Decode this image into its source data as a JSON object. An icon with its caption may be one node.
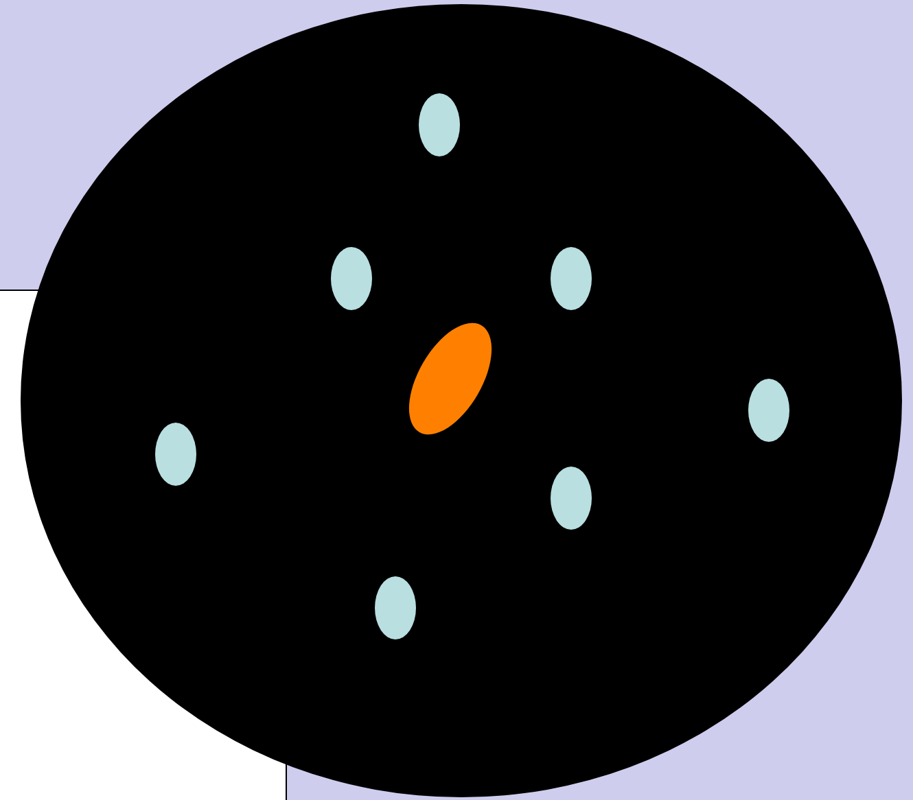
{
  "diagram": {
    "nodes": [
      {
        "text": [],
        "shape": "circle"
      },
      {
        "text": [],
        "shape": "circle",
        "in": 0
      },
      {
        "text": [],
        "shape": "circle",
        "in": 0
      },
      {
        "text": [],
        "shape": "circle",
        "in": 0
      },
      {
        "text": [],
        "shape": "circle",
        "in": 0
      },
      {
        "text": [],
        "shape": "circle",
        "in": 0
      },
      {
        "text": [],
        "shape": "circle",
        "in": 0
      },
      {
        "text": [],
        "shape": "circle",
        "in": 0
      },
      {
        "text": [],
        "shape": "circle",
        "in": 0
      }
    ]
  }
}
